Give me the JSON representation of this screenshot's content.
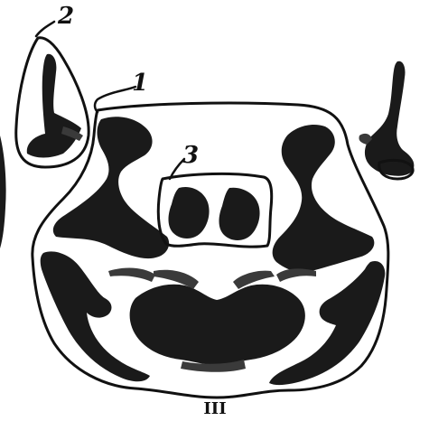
{
  "figure": {
    "labels": {
      "label_1": "1",
      "label_2": "2",
      "label_3": "3"
    },
    "caption": "III",
    "colors": {
      "ink": "#1a1a1a",
      "paper": "#ffffff"
    }
  }
}
